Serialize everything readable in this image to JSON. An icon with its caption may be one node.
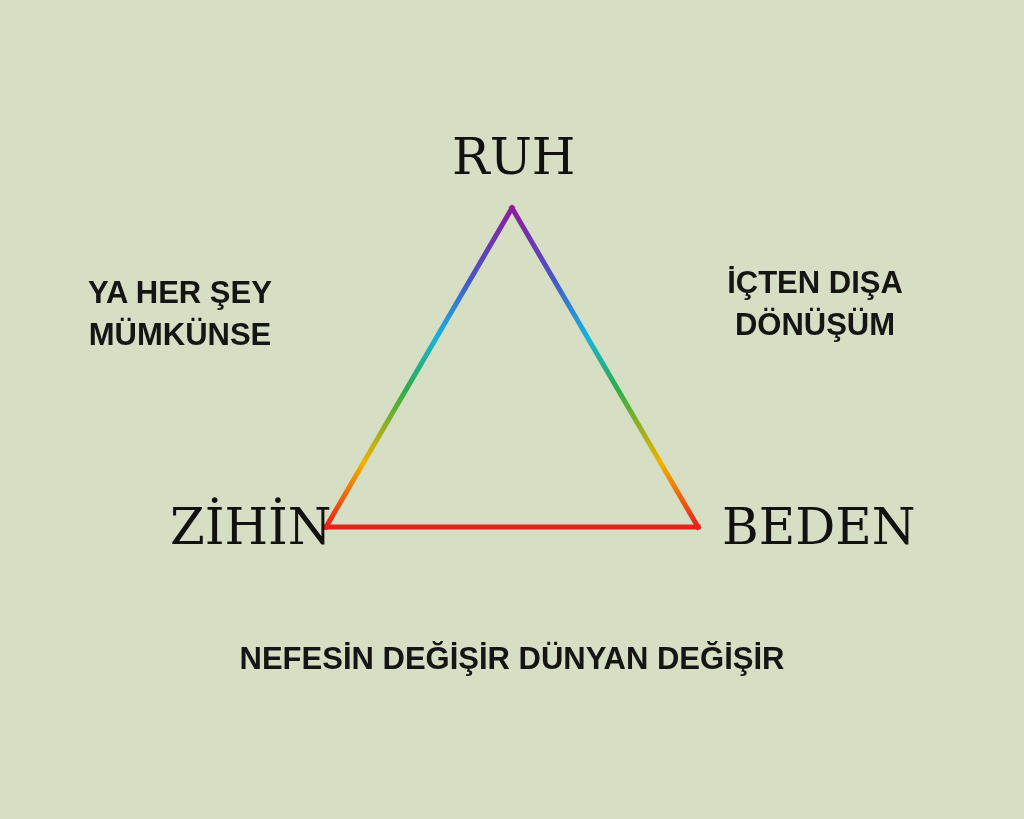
{
  "diagram": {
    "nodes": [
      {
        "text": [
          "RUH"
        ]
      },
      {
        "text": [
          "ZİHİN"
        ]
      },
      {
        "text": [
          "BEDEN"
        ]
      }
    ],
    "edges": [
      {
        "from": 0,
        "to": 1,
        "arrow": "none"
      },
      {
        "from": 0,
        "to": 2,
        "arrow": "none"
      },
      {
        "from": 1,
        "to": 2,
        "arrow": "none"
      }
    ],
    "labels": [
      "YA HER ŞEY MÜMKÜNSE",
      "İÇTEN DIŞA DÖNÜŞÜM",
      "NEFESİN DEĞİŞİR DÜNYAN DEĞİŞİR"
    ]
  }
}
